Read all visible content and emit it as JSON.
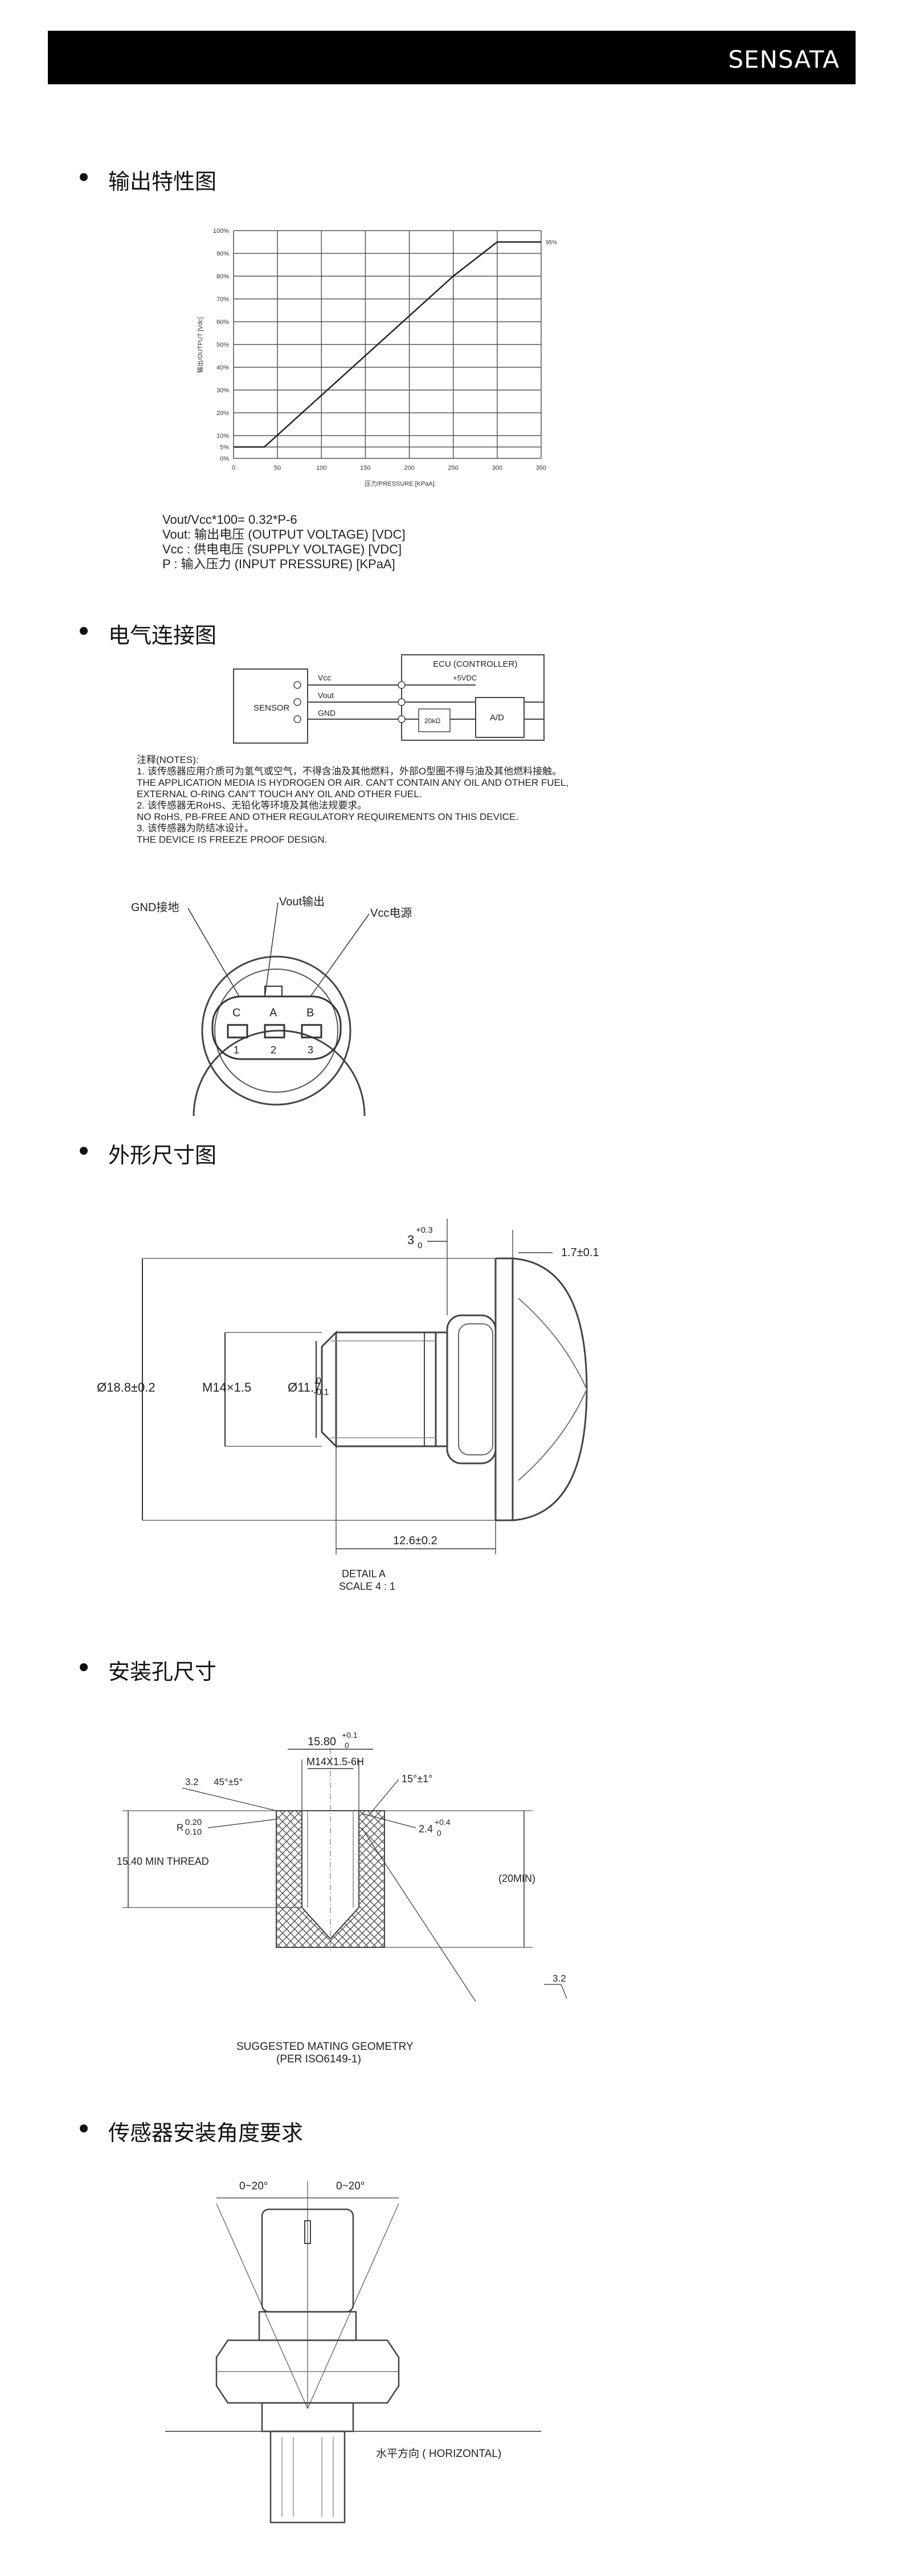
{
  "header": {
    "brand": "SENSATA"
  },
  "sections": [
    {
      "title": "输出特性图"
    },
    {
      "title": "电气连接图"
    },
    {
      "title": "外形尺寸图"
    },
    {
      "title": "安装孔尺寸"
    },
    {
      "title": "传感器安装角度要求"
    }
  ],
  "chart_data": {
    "type": "line",
    "ylabel": "输出/OUTPUT [Vdc]",
    "xlabel": "压力/PRESSURE [KPaA]",
    "y_ticks": [
      "0%",
      "5%",
      "10%",
      "20%",
      "30%",
      "40%",
      "50%",
      "60%",
      "70%",
      "80%",
      "90%",
      "100%"
    ],
    "x_ticks": [
      "0",
      "50",
      "100",
      "150",
      "200",
      "250",
      "300",
      "350"
    ],
    "end_label": "95%",
    "series": [
      {
        "x": [
          0,
          35,
          250,
          300,
          350
        ],
        "y": [
          5,
          5,
          80,
          95,
          95
        ]
      }
    ],
    "xlim": [
      0,
      350
    ],
    "ylim": [
      0,
      100
    ]
  },
  "formula": {
    "line1": "Vout/Vcc*100= 0.32*P-6",
    "line2": "Vout: 输出电压 (OUTPUT VOLTAGE) [VDC]",
    "line3": "Vcc : 供电电压 (SUPPLY VOLTAGE) [VDC]",
    "line4": "P      : 输入压力 (INPUT PRESSURE) [KPaA]"
  },
  "wiring": {
    "sensor": "SENSOR",
    "ecu": "ECU (CONTROLLER)",
    "v5": "+5VDC",
    "vcc": "Vcc",
    "vout": "Vout",
    "gnd": "GND",
    "res": "20kΩ",
    "ad": "A/D"
  },
  "notes": {
    "head": "注释(NOTES):",
    "n1": "1.     该传感器应用介质可为氢气或空气，不得含油及其他燃料，外部O型圈不得与油及其他燃料接触。",
    "n1b": "        THE APPLICATION MEDIA IS HYDROGEN OR AIR. CAN'T CONTAIN ANY OIL AND OTHER FUEL,",
    "n1c": "        EXTERNAL O-RING CAN'T TOUCH ANY OIL AND OTHER FUEL.",
    "n2": "2.     该传感器无RoHS、无铅化等环境及其他法规要求。",
    "n2b": "        NO RoHS, PB-FREE AND OTHER REGULATORY REQUIREMENTS ON THIS DEVICE.",
    "n3": "3.     该传感器为防结冰设计。",
    "n3b": "        THE DEVICE IS FREEZE PROOF DESIGN."
  },
  "connector": {
    "gnd": "GND接地",
    "vout": "Vout输出",
    "vcc": "Vcc电源",
    "pinC": "C",
    "pinA": "A",
    "pinB": "B",
    "pin1": "1",
    "pin2": "2",
    "pin3": "3"
  },
  "dims": {
    "d1": "3",
    "d1tol_up": "+0.3",
    "d1tol_lo": "0",
    "d2": "1.7±0.1",
    "d3": "Ø18.8±0.2",
    "d4": "M14×1.5",
    "d5": "Ø11.7",
    "d5tol_up": "0",
    "d5tol_lo": "-0.1",
    "d6": "12.6±0.2",
    "detail": "DETAIL A",
    "scale": "SCALE 4 : 1"
  },
  "hole": {
    "h1": "15.80",
    "h1up": "+0.1",
    "h1lo": "0",
    "h2": "M14X1.5-6H",
    "h3": "3.2",
    "h4": "45°±5°",
    "h5": "15°±1°",
    "h6": "R",
    "h6up": "0.20",
    "h6lo": "0.10",
    "h7": "2.4",
    "h7up": "+0.4",
    "h7lo": "0",
    "h8": "15.40 MIN THREAD",
    "h9": "(20MIN)",
    "h10": "3.2",
    "cap1": "SUGGESTED MATING GEOMETRY",
    "cap2": "(PER ISO6149-1)"
  },
  "angle": {
    "a1": "0~20°",
    "a2": "0~20°",
    "horiz": "水平方向 ( HORIZONTAL)"
  }
}
